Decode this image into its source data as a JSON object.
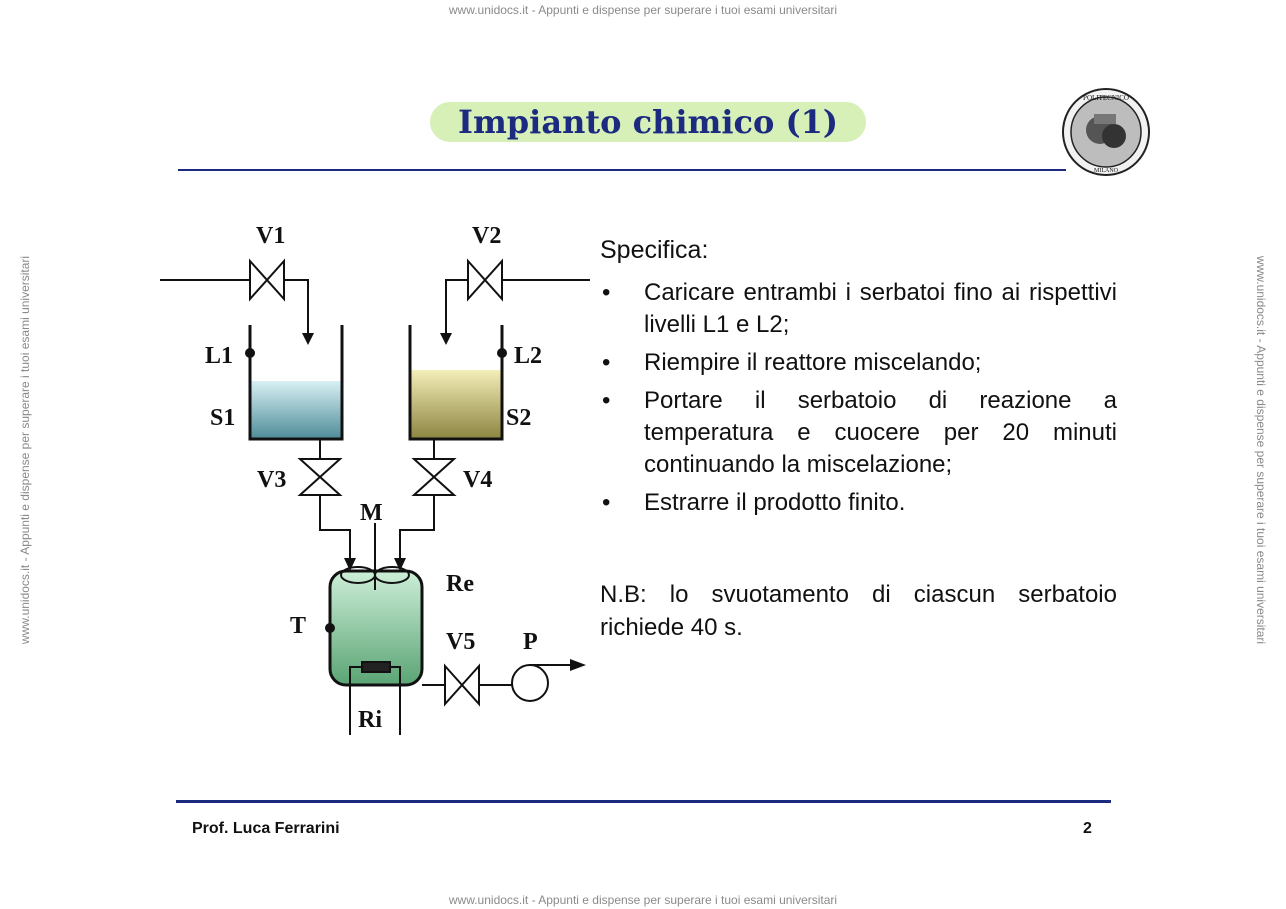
{
  "watermarks": {
    "top": "www.unidocs.it - Appunti e dispense per superare i tuoi esami universitari",
    "bottom": "www.unidocs.it - Appunti e dispense per superare i tuoi esami universitari",
    "left": "www.unidocs.it - Appunti e dispense per superare i tuoi esami universitari",
    "right": "www.unidocs.it - Appunti e dispense per superare i tuoi esami universitari"
  },
  "slide": {
    "title": "Impianto chimico (1)",
    "logo_text": [
      "POLITECNICO",
      "MILANO"
    ]
  },
  "diagram": {
    "labels": {
      "v1": "V1",
      "v2": "V2",
      "v3": "V3",
      "v4": "V4",
      "v5": "V5",
      "l1": "L1",
      "l2": "L2",
      "s1": "S1",
      "s2": "S2",
      "m": "M",
      "re": "Re",
      "t": "T",
      "p": "P",
      "ri": "Ri"
    },
    "colors": {
      "tank1_top": "#d8f0f4",
      "tank1_bottom": "#4e8c98",
      "tank2_top": "#f4eeb8",
      "tank2_bottom": "#8c8440",
      "reactor_top": "#cdeed8",
      "reactor_bottom": "#5aa474"
    }
  },
  "spec": {
    "heading": "Specifica:",
    "items": [
      "Caricare entrambi i serbatoi fino ai rispettivi livelli L1 e L2;",
      "Riempire il reattore miscelando;",
      "Portare il serbatoio di reazione a temperatura e cuocere per 20 minuti continuando la miscelazione;",
      "Estrarre il prodotto finito."
    ],
    "bullet": "•",
    "note": "N.B: lo svuotamento di ciascun serbatoio richiede 40 s."
  },
  "footer": {
    "author": "Prof. Luca Ferrarini",
    "page": "2"
  },
  "theme": {
    "accent": "#1c2a80",
    "title_highlight": "#d6f0b8"
  }
}
